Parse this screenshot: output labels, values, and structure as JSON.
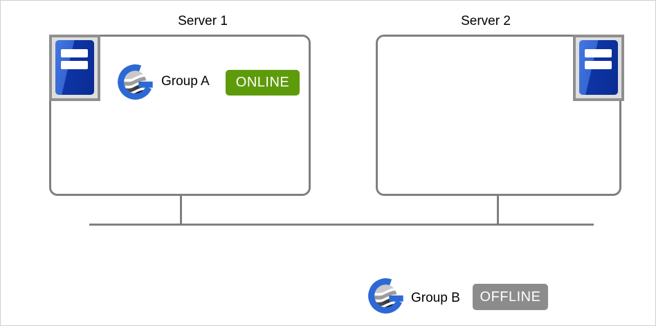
{
  "diagram": {
    "server1": {
      "title": "Server 1"
    },
    "server2": {
      "title": "Server 2"
    },
    "group_a": {
      "label": "Group A",
      "status": "ONLINE"
    },
    "group_b": {
      "label": "Group B",
      "status": "OFFLINE"
    }
  },
  "colors": {
    "status_online_bg": "#5e9b0b",
    "status_offline_bg": "#8c8c8c",
    "status_text": "#ffffff",
    "box_border_gray": "#7f7f7f",
    "connector_gray": "#7f7f7f",
    "canvas_border": "#cfcfcf",
    "server_icon_frame": "#8f8f8f",
    "server_icon_blue_light": "#3566d2",
    "server_icon_blue_dark": "#0a2c92",
    "group_icon_blue": "#2d69d5"
  },
  "icons": {
    "server1": "server-tower-icon",
    "server2": "server-tower-icon",
    "group_a": "group-globe-icon",
    "group_b": "group-globe-icon"
  }
}
